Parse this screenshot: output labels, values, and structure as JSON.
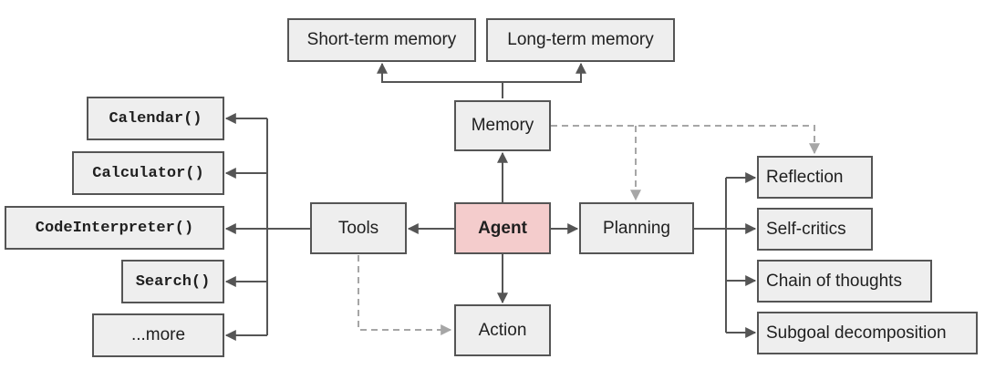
{
  "nodes": {
    "short_term_memory": "Short-term memory",
    "long_term_memory": "Long-term memory",
    "memory": "Memory",
    "agent": "Agent",
    "tools": "Tools",
    "planning": "Planning",
    "action": "Action",
    "calendar": "Calendar()",
    "calculator": "Calculator()",
    "code_interpreter": "CodeInterpreter()",
    "search": "Search()",
    "more": "...more",
    "reflection": "Reflection",
    "self_critics": "Self-critics",
    "chain_of_thoughts": "Chain of thoughts",
    "subgoal_decomposition": "Subgoal decomposition"
  },
  "colors": {
    "node_fill": "#eeeeee",
    "agent_fill": "#f4cccc",
    "border": "#555555",
    "solid_edge": "#555555",
    "dashed_edge": "#a6a6a6"
  }
}
